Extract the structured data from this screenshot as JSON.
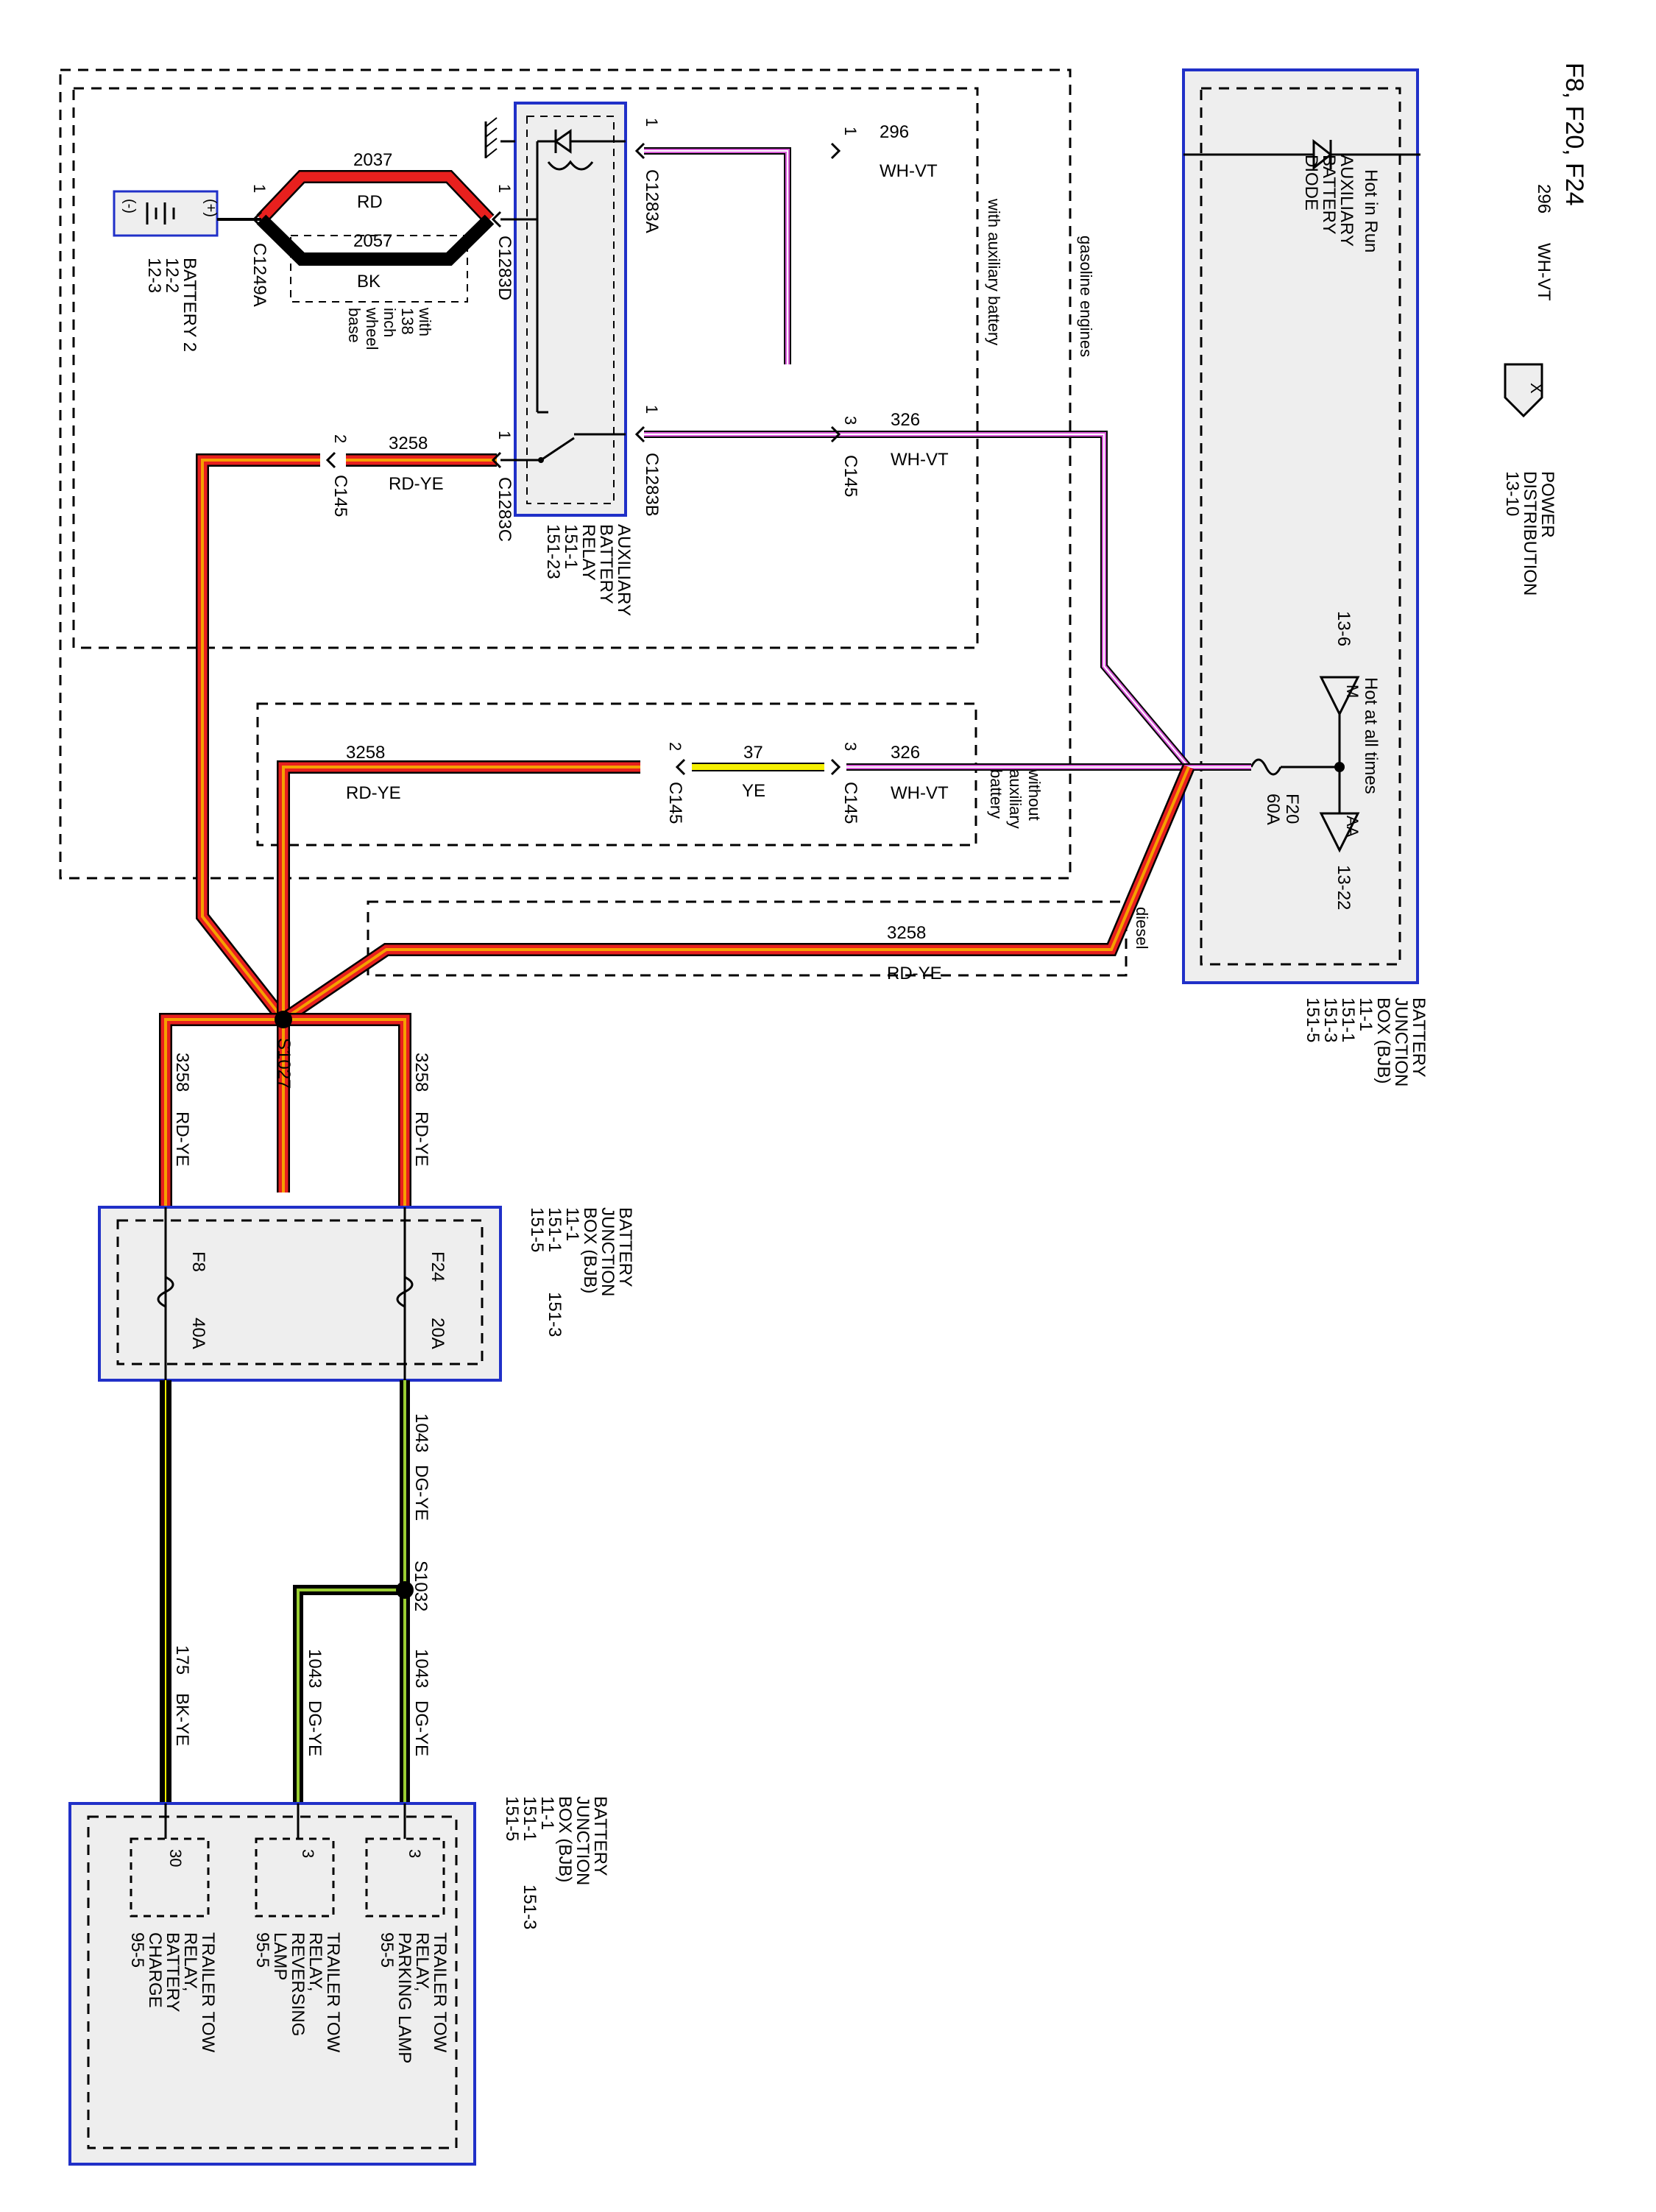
{
  "page_title": "F8, F20, F24",
  "power_distribution": {
    "connector": "X",
    "line1": "POWER",
    "line2": "DISTRIBUTION",
    "ref": "13-10"
  },
  "bjb": {
    "line1": "BATTERY",
    "line2": "JUNCTION",
    "line3": "BOX (BJB)",
    "refs": [
      "11-1",
      "151-1",
      "151-3",
      "151-5"
    ],
    "ref_a": "11-1",
    "ref_b": "151-1",
    "ref_c": "151-3",
    "ref_d": "151-5"
  },
  "hot_in_run": "Hot in Run",
  "hot_all_times": "Hot at all times",
  "diode": {
    "line1": "AUXILIARY",
    "line2": "BATTERY",
    "line3": "DIODE"
  },
  "fuse_f20": {
    "name": "F20",
    "rating": "60A"
  },
  "fuse_f8": {
    "name": "F8",
    "rating": "40A"
  },
  "fuse_f24": {
    "name": "F24",
    "rating": "20A"
  },
  "ground_ref_a": "13-6",
  "ground_ref_b": "13-22",
  "ground_sym_a": "M",
  "ground_sym_b": "AA",
  "battery2": {
    "name": "BATTERY 2",
    "ref1": "12-2",
    "ref2": "12-3",
    "minus": "(-)",
    "plus": "(+)"
  },
  "relay": {
    "line1": "AUXILIARY",
    "line2": "BATTERY",
    "line3": "RELAY",
    "ref1": "151-1",
    "ref2": "151-23"
  },
  "labels": {
    "gasoline_engines": "gasoline engines",
    "with_aux_battery": "with auxiliary battery",
    "without_aux_1": "without",
    "without_aux_2": "auxiliary",
    "without_aux_3": "battery",
    "diesel": "diesel",
    "wheelbase": [
      "with",
      "138",
      "inch",
      "wheel",
      "base"
    ]
  },
  "connectors": {
    "c1249a": "C1249A",
    "c1283a": "C1283A",
    "c1283b": "C1283B",
    "c1283c": "C1283C",
    "c1283d": "C1283D",
    "c145": "C145",
    "s1027": "S1027",
    "s1032": "S1032",
    "pin1": "1",
    "pin2": "2",
    "pin3": "3"
  },
  "wires": {
    "w296": {
      "circuit": "296",
      "color": "WH-VT"
    },
    "w2037": {
      "circuit": "2037",
      "color": "RD"
    },
    "w2057": {
      "circuit": "2057",
      "color": "BK"
    },
    "w326": {
      "circuit": "326",
      "color": "WH-VT"
    },
    "w3258": {
      "circuit": "3258",
      "color": "RD-YE"
    },
    "w37": {
      "circuit": "37",
      "color": "YE"
    },
    "w1043": {
      "circuit": "1043",
      "color": "DG-YE"
    },
    "w175": {
      "circuit": "175",
      "color": "BK-YE"
    }
  },
  "relays": [
    {
      "pin": "3",
      "line1": "TRAILER TOW",
      "line2": "RELAY,",
      "line3": "PARKING LAMP",
      "line4": "95-5"
    },
    {
      "pin": "3",
      "line1": "TRAILER TOW",
      "line2": "RELAY,",
      "line3": "REVERSING",
      "line4": "LAMP",
      "line5": "95-5"
    },
    {
      "pin": "30",
      "line1": "TRAILER TOW",
      "line2": "RELAY,",
      "line3": "BATTERY",
      "line4": "CHARGE",
      "line5": "95-5"
    }
  ],
  "colors": {
    "red": "#e8201e",
    "orange": "#f08a00",
    "yellow": "#f5f000",
    "violet": "#d85ad8",
    "green": "#9acd32",
    "box_blue": "#2030c8",
    "fill_gray": "#eeeeee"
  }
}
